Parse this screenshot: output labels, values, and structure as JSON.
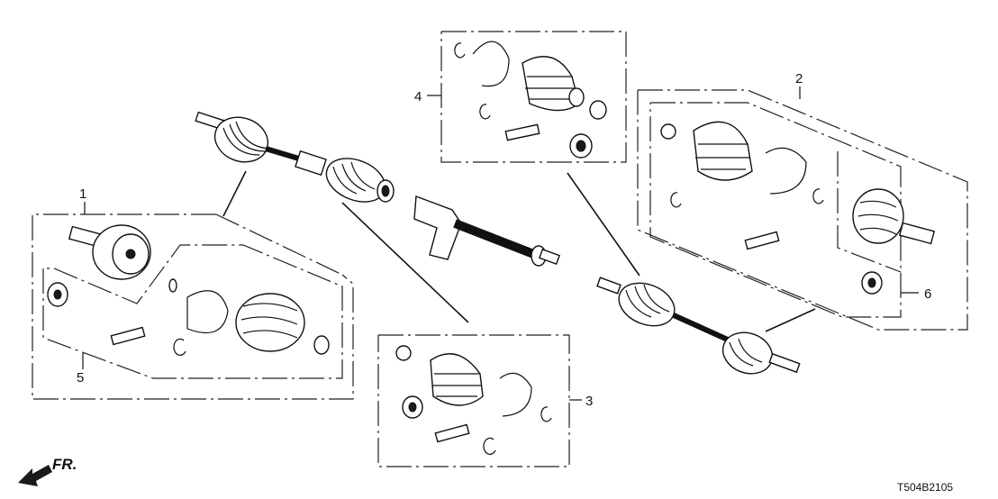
{
  "callouts": {
    "c1": "1",
    "c2": "2",
    "c3": "3",
    "c4": "4",
    "c5": "5",
    "c6": "6"
  },
  "direction_label": "FR.",
  "diagram_code": "T504B2105"
}
